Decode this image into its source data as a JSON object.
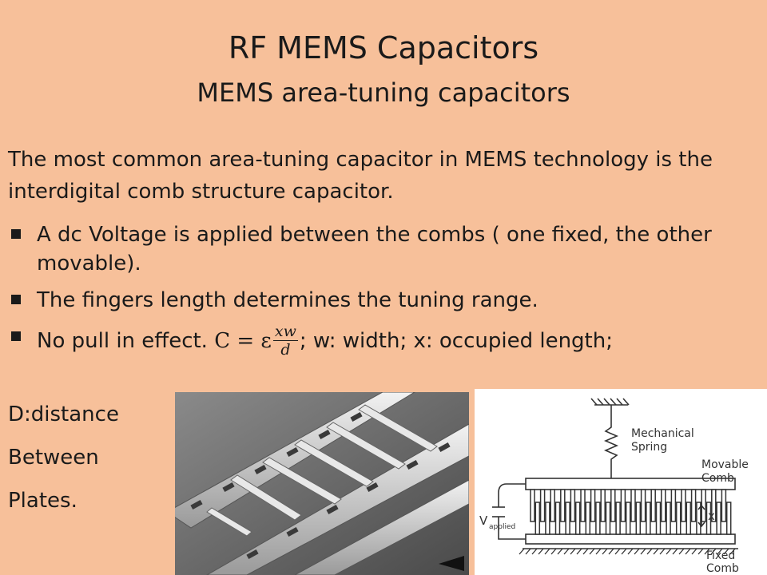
{
  "slide": {
    "title": "RF MEMS Capacitors",
    "subtitle": "MEMS area-tuning capacitors",
    "intro": "The most common area-tuning capacitor in MEMS technology is the interdigital comb structure capacitor.",
    "bullets": [
      "A dc Voltage is applied between the combs ( one fixed, the other movable).",
      "The fingers length determines the tuning range."
    ],
    "bullet3": {
      "prefix": "No pull in effect.",
      "eq_lhs": "C = ε",
      "frac_num": "xw",
      "frac_den": "d",
      "suffix": "; w: width; x: occupied length;"
    },
    "side_lines": [
      "D:distance",
      "Between",
      "Plates."
    ]
  },
  "diagram_labels": {
    "spring": [
      "Mechanical",
      "Spring"
    ],
    "movable": [
      "Movable",
      "Comb"
    ],
    "fixed": [
      "Fixed",
      "Comb"
    ],
    "x": "x",
    "v": "V",
    "v_sub": "applied"
  }
}
